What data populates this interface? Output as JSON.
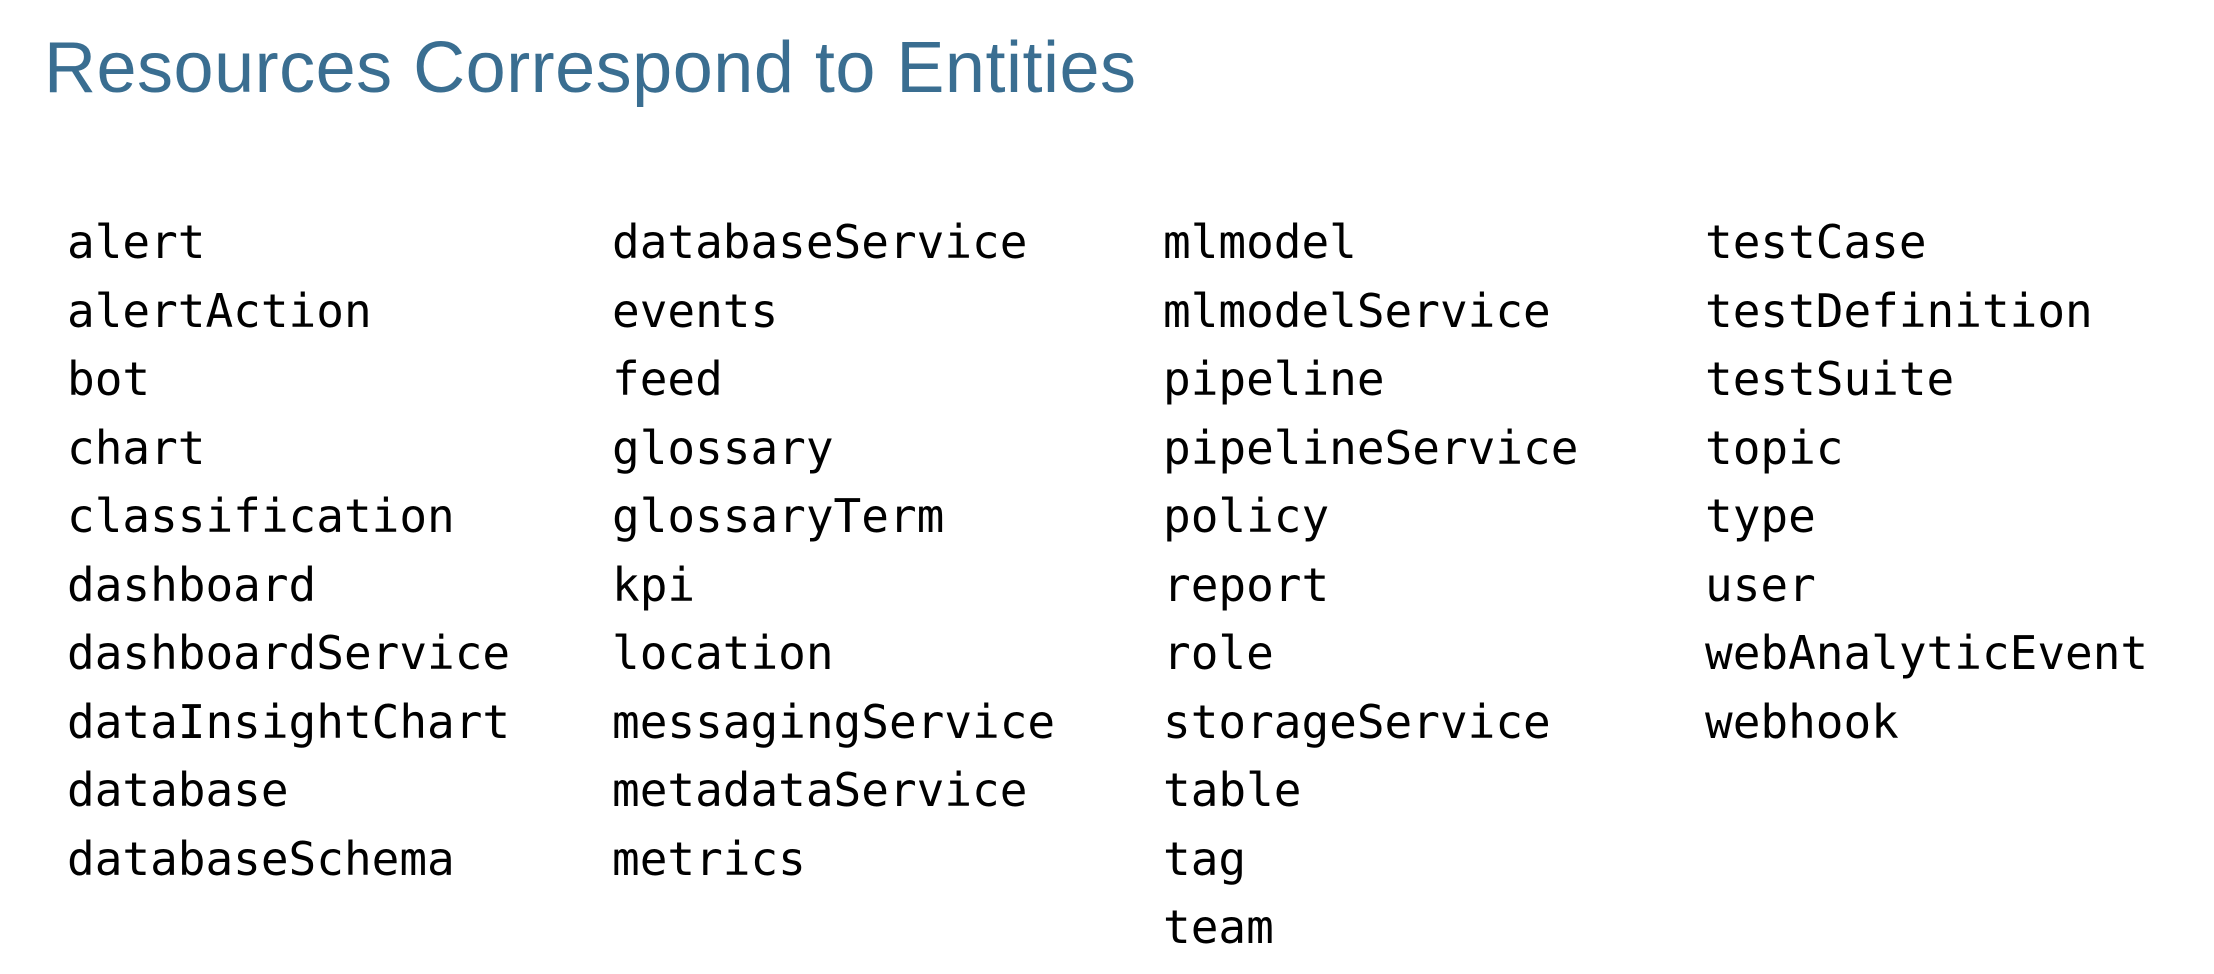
{
  "title": "Resources Correspond to Entities",
  "colors": {
    "heading": "#3A6E91",
    "body_text": "#000000",
    "background": "#FFFFFF"
  },
  "columns": [
    {
      "items": [
        "alert",
        "alertAction",
        "bot",
        "chart",
        "classification",
        "dashboard",
        "dashboardService",
        "dataInsightChart",
        "database",
        "databaseSchema"
      ]
    },
    {
      "items": [
        "databaseService",
        "events",
        "feed",
        "glossary",
        "glossaryTerm",
        "kpi",
        "location",
        "messagingService",
        "metadataService",
        "metrics"
      ]
    },
    {
      "items": [
        "mlmodel",
        "mlmodelService",
        "pipeline",
        "pipelineService",
        "policy",
        "report",
        "role",
        "storageService",
        "table",
        "tag",
        "team"
      ]
    },
    {
      "items": [
        "testCase",
        "testDefinition",
        "testSuite",
        "topic",
        "type",
        "user",
        "webAnalyticEvent",
        "webhook"
      ]
    }
  ]
}
